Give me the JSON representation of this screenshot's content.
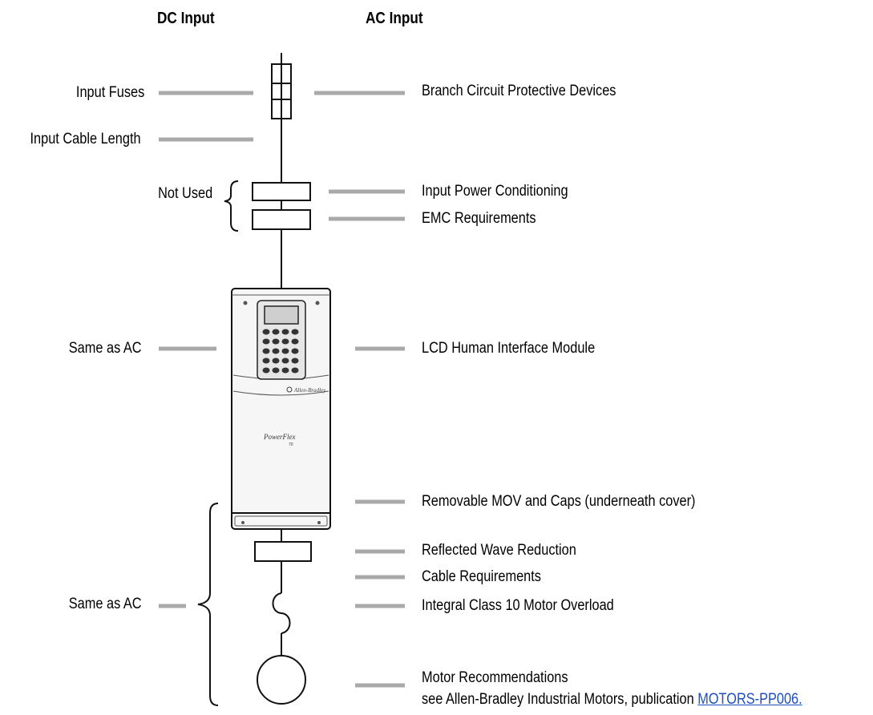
{
  "headers": {
    "dc": "DC Input",
    "ac": "AC Input"
  },
  "left_labels": {
    "input_fuses": "Input Fuses",
    "input_cable_length": "Input Cable Length",
    "not_used": "Not Used",
    "same_as_ac_1": "Same as AC",
    "same_as_ac_2": "Same as AC"
  },
  "right_labels": {
    "branch_circuit": "Branch Circuit Protective Devices",
    "input_power_conditioning": "Input Power Conditioning",
    "emc_requirements": "EMC Requirements",
    "lcd_him": "LCD Human Interface Module",
    "removable_mov": "Removable MOV and Caps (underneath cover)",
    "reflected_wave": "Reflected Wave Reduction",
    "cable_requirements": "Cable Requirements",
    "integral_overload": "Integral Class 10 Motor Overload",
    "motor_recommendations": "Motor Recommendations",
    "motor_see_prefix": "see Allen-Bradley Industrial Motors, publication ",
    "motor_link": "MOTORS-PP006."
  },
  "drive": {
    "brand": "Allen-Bradley",
    "product": "PowerFlex",
    "product_sub": "70"
  },
  "colors": {
    "leader": "#a9a9a9",
    "link": "#1f4fbf"
  }
}
